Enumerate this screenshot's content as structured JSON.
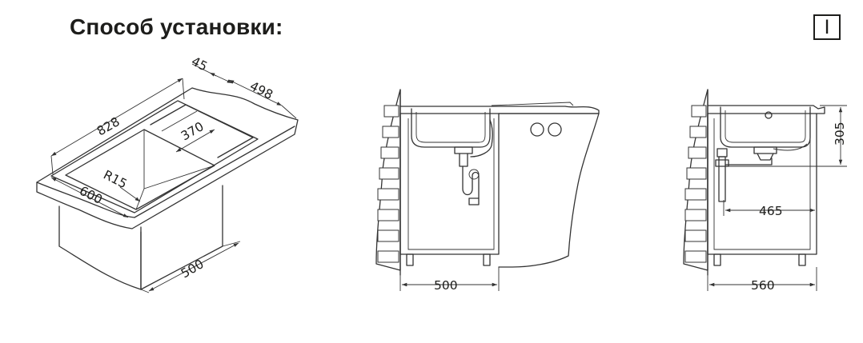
{
  "title": "Способ установки:",
  "installation_type_badge": "I",
  "views": {
    "isometric": {
      "dim_total_length": "828",
      "dim_rim": "45",
      "dim_drainer_length": "498",
      "dim_inner_bowl": "370",
      "dim_corner_radius": "R15",
      "dim_width": "600",
      "dim_cabinet": "500"
    },
    "front": {
      "dim_cabinet_width": "500"
    },
    "side": {
      "dim_depth": "305",
      "dim_offset": "465",
      "dim_cabinet_depth": "560"
    }
  }
}
